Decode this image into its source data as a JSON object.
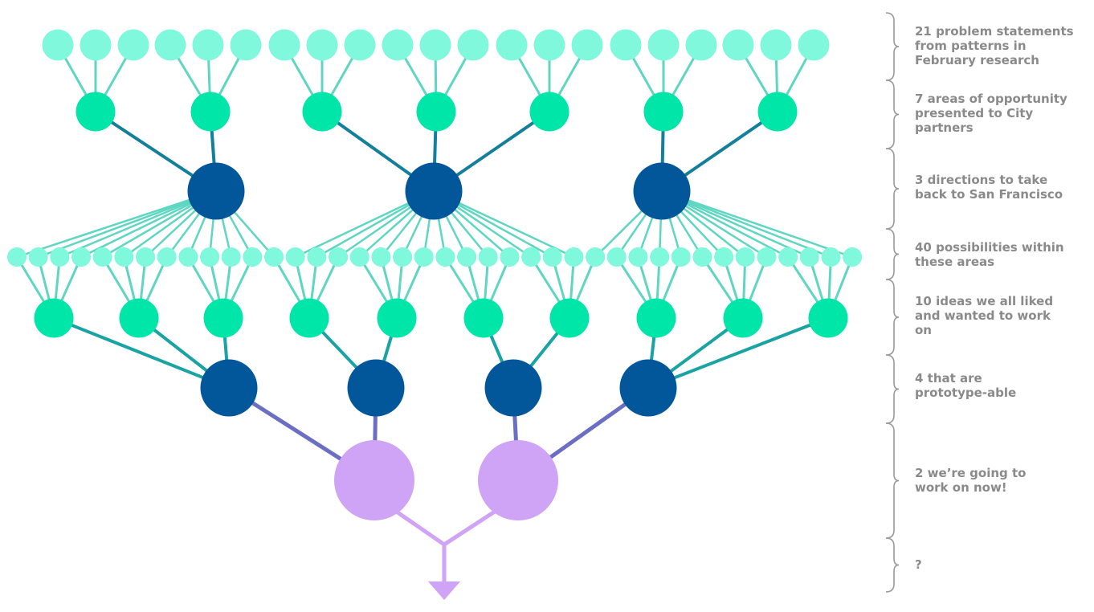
{
  "diagram": {
    "stages": [
      {
        "count": 21,
        "label": "21 problem statements\nfrom patterns in\nFebruary research"
      },
      {
        "count": 7,
        "label": "7 areas of opportunity\npresented to City\npartners"
      },
      {
        "count": 3,
        "label": "3 directions to take\nback to San Francisco"
      },
      {
        "count": 40,
        "label": "40 possibilities within\nthese areas"
      },
      {
        "count": 10,
        "label": "10 ideas we all liked\nand wanted to work\non"
      },
      {
        "count": 4,
        "label": "4 that are\nprototype-able"
      },
      {
        "count": 2,
        "label": "2 we’re going to\nwork on now!"
      },
      {
        "count": null,
        "label": "?"
      }
    ],
    "colors": {
      "problem_statements": "#7ff8dc",
      "areas_of_opportunity": "#00e6a8",
      "directions": "#02579b",
      "possibilities": "#7ff8dc",
      "ideas": "#00e6a8",
      "prototypeable": "#02579b",
      "final": "#cfa3f5",
      "connector_light": "#5fd6c2",
      "connector_teal": "#1aa3a3",
      "connector_dark": "#137f9a",
      "connector_purple": "#6b6fc4",
      "bracket": "#9a9a9a",
      "label_text": "#8a8a8a"
    }
  }
}
